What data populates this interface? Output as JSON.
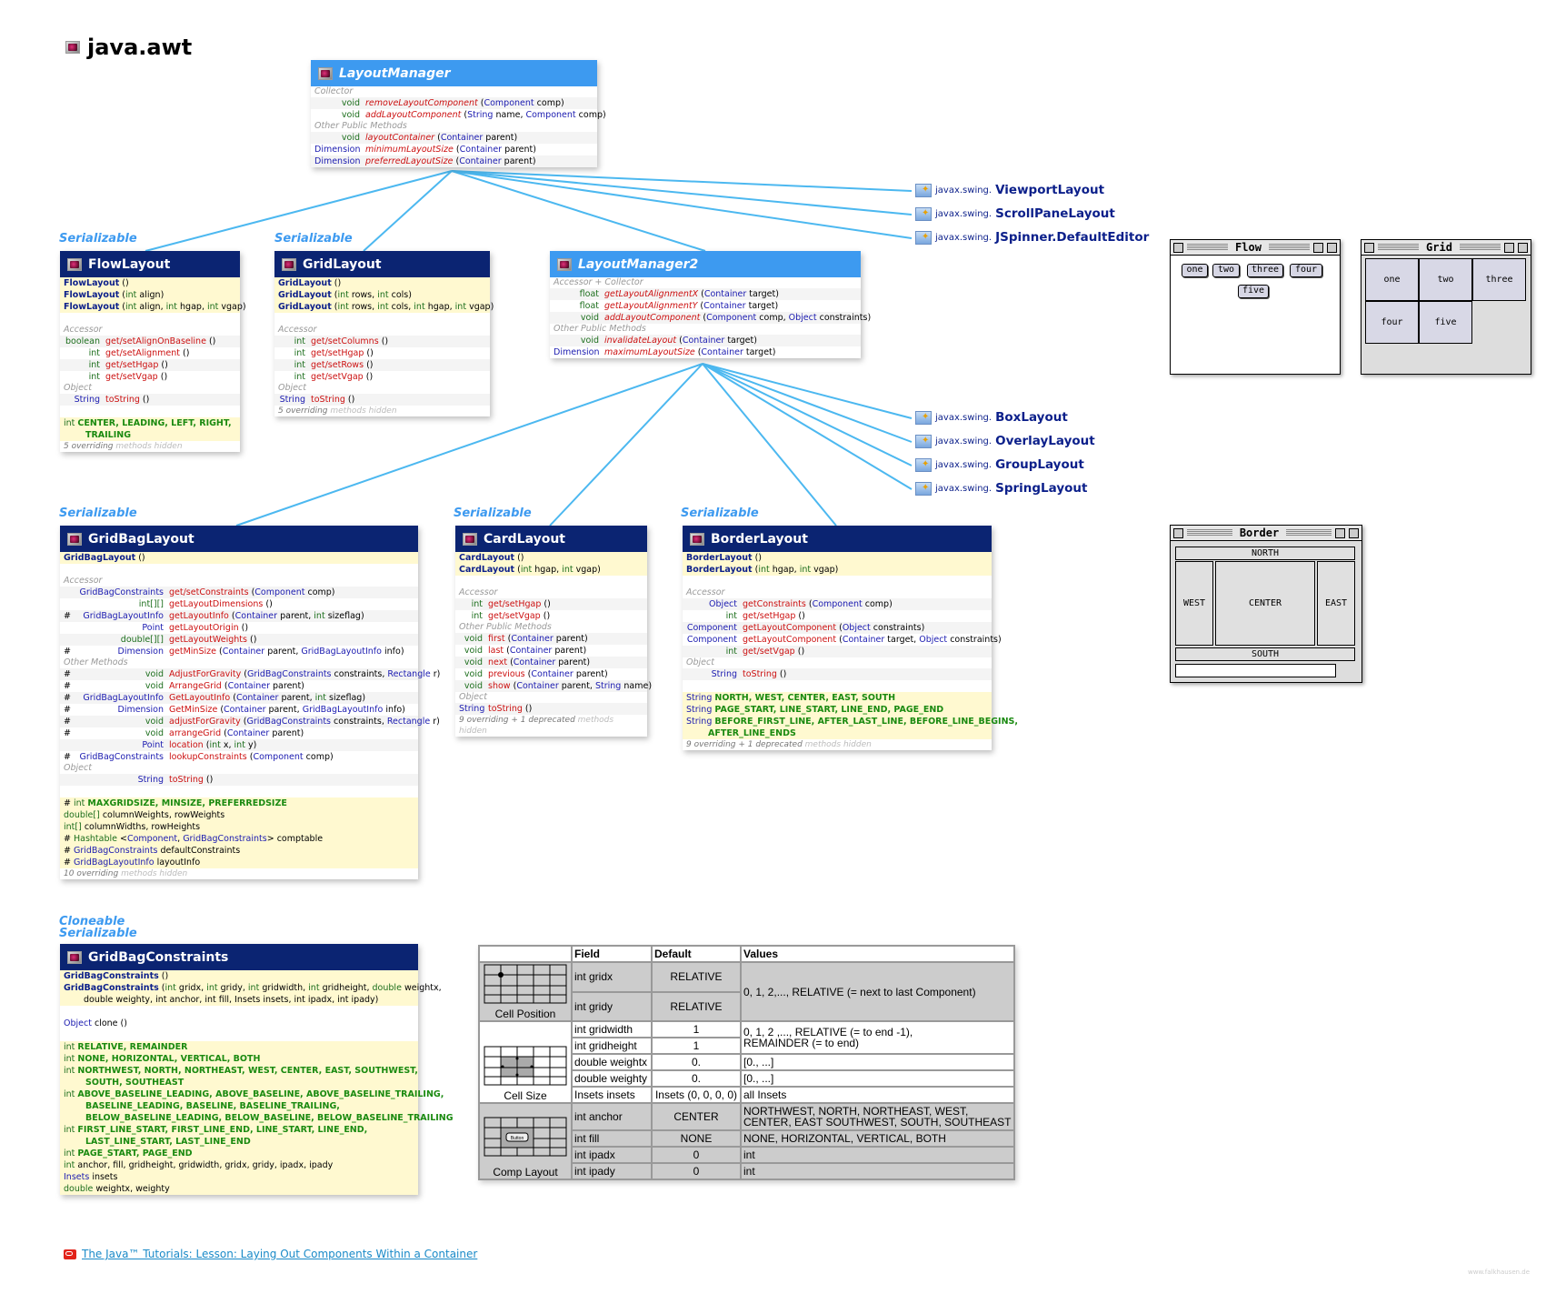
{
  "package_title": "java.awt",
  "interface_labels": {
    "serializable": "Serializable",
    "cloneable": "Cloneable"
  },
  "layout_manager": {
    "name": "LayoutManager",
    "sections": [
      {
        "label": "Collector",
        "rows": [
          {
            "ret": "void",
            "name": "removeLayoutComponent",
            "params": "(Component comp)"
          },
          {
            "ret": "void",
            "name": "addLayoutComponent",
            "params": "(String name, Component comp)"
          }
        ]
      },
      {
        "label": "Other Public Methods",
        "rows": [
          {
            "ret": "void",
            "name": "layoutContainer",
            "params": "(Container parent)"
          },
          {
            "ret": "Dimension",
            "name": "minimumLayoutSize",
            "params": "(Container parent)"
          },
          {
            "ret": "Dimension",
            "name": "preferredLayoutSize",
            "params": "(Container parent)"
          }
        ]
      }
    ]
  },
  "layout_manager2": {
    "name": "LayoutManager2",
    "sections": [
      {
        "label": "Accessor + Collector",
        "rows": [
          {
            "ret": "float",
            "name": "getLayoutAlignmentX",
            "params": "(Container target)"
          },
          {
            "ret": "float",
            "name": "getLayoutAlignmentY",
            "params": "(Container target)"
          },
          {
            "ret": "void",
            "name": "addLayoutComponent",
            "params": "(Component comp, Object constraints)"
          }
        ]
      },
      {
        "label": "Other Public Methods",
        "rows": [
          {
            "ret": "void",
            "name": "invalidateLayout",
            "params": "(Container target)"
          },
          {
            "ret": "Dimension",
            "name": "maximumLayoutSize",
            "params": "(Container target)"
          }
        ]
      }
    ]
  },
  "external_lm1": [
    {
      "pkg": "javax.swing.",
      "name": "ViewportLayout"
    },
    {
      "pkg": "javax.swing.",
      "name": "ScrollPaneLayout"
    },
    {
      "pkg": "javax.swing.",
      "name": "JSpinner.DefaultEditor"
    }
  ],
  "external_lm2": [
    {
      "pkg": "javax.swing.",
      "name": "BoxLayout"
    },
    {
      "pkg": "javax.swing.",
      "name": "OverlayLayout"
    },
    {
      "pkg": "javax.swing.",
      "name": "GroupLayout"
    },
    {
      "pkg": "javax.swing.",
      "name": "SpringLayout"
    }
  ],
  "flow_layout": {
    "name": "FlowLayout",
    "ctors": [
      "FlowLayout ()",
      "FlowLayout (int align)",
      "FlowLayout (int align, int hgap, int vgap)"
    ],
    "accessor_label": "Accessor",
    "accessors": [
      {
        "ret": "boolean",
        "name": "get/setAlignOnBaseline",
        "params": "()"
      },
      {
        "ret": "int",
        "name": "get/setAlignment",
        "params": "()"
      },
      {
        "ret": "int",
        "name": "get/setHgap",
        "params": "()"
      },
      {
        "ret": "int",
        "name": "get/setVgap",
        "params": "()"
      }
    ],
    "object_label": "Object",
    "object_rows": [
      {
        "ret": "String",
        "name": "toString",
        "params": "()"
      }
    ],
    "fields": [
      "int CENTER, LEADING, LEFT, RIGHT,",
      "TRAILING"
    ],
    "footer": "5 overriding methods hidden"
  },
  "grid_layout": {
    "name": "GridLayout",
    "ctors": [
      "GridLayout ()",
      "GridLayout (int rows, int cols)",
      "GridLayout (int rows, int cols, int hgap, int vgap)"
    ],
    "accessor_label": "Accessor",
    "accessors": [
      {
        "ret": "int",
        "name": "get/setColumns",
        "params": "()"
      },
      {
        "ret": "int",
        "name": "get/setHgap",
        "params": "()"
      },
      {
        "ret": "int",
        "name": "get/setRows",
        "params": "()"
      },
      {
        "ret": "int",
        "name": "get/setVgap",
        "params": "()"
      }
    ],
    "object_label": "Object",
    "object_rows": [
      {
        "ret": "String",
        "name": "toString",
        "params": "()"
      }
    ],
    "footer": "5 overriding methods hidden"
  },
  "gridbag_layout": {
    "name": "GridBagLayout",
    "ctors": [
      "GridBagLayout ()"
    ],
    "accessor_label": "Accessor",
    "accessors": [
      {
        "mod": "",
        "ret": "GridBagConstraints",
        "name": "get/setConstraints",
        "params": "(Component comp)"
      },
      {
        "mod": "",
        "ret": "int[][]",
        "name": "getLayoutDimensions",
        "params": "()"
      },
      {
        "mod": "#",
        "ret": "GridBagLayoutInfo",
        "name": "getLayoutInfo",
        "params": "(Container parent, int sizeflag)"
      },
      {
        "mod": "",
        "ret": "Point",
        "name": "getLayoutOrigin",
        "params": "()"
      },
      {
        "mod": "",
        "ret": "double[][]",
        "name": "getLayoutWeights",
        "params": "()"
      },
      {
        "mod": "#",
        "ret": "Dimension",
        "name": "getMinSize",
        "params": "(Container parent, GridBagLayoutInfo info)"
      }
    ],
    "other_label": "Other Methods",
    "others": [
      {
        "mod": "#",
        "ret": "void",
        "name": "AdjustForGravity",
        "params": "(GridBagConstraints constraints, Rectangle r)"
      },
      {
        "mod": "#",
        "ret": "void",
        "name": "ArrangeGrid",
        "params": "(Container parent)"
      },
      {
        "mod": "#",
        "ret": "GridBagLayoutInfo",
        "name": "GetLayoutInfo",
        "params": "(Container parent, int sizeflag)"
      },
      {
        "mod": "#",
        "ret": "Dimension",
        "name": "GetMinSize",
        "params": "(Container parent, GridBagLayoutInfo info)"
      },
      {
        "mod": "#",
        "ret": "void",
        "name": "adjustForGravity",
        "params": "(GridBagConstraints constraints, Rectangle r)"
      },
      {
        "mod": "#",
        "ret": "void",
        "name": "arrangeGrid",
        "params": "(Container parent)"
      },
      {
        "mod": "",
        "ret": "Point",
        "name": "location",
        "params": "(int x, int y)"
      },
      {
        "mod": "#",
        "ret": "GridBagConstraints",
        "name": "lookupConstraints",
        "params": "(Component comp)"
      }
    ],
    "object_label": "Object",
    "object_rows": [
      {
        "mod": "",
        "ret": "String",
        "name": "toString",
        "params": "()"
      }
    ],
    "fields": [
      "# int MAXGRIDSIZE, MINSIZE, PREFERREDSIZE",
      "double[] columnWeights, rowWeights",
      "int[] columnWidths, rowHeights",
      "# Hashtable <Component, GridBagConstraints> comptable",
      "# GridBagConstraints defaultConstraints",
      "# GridBagLayoutInfo layoutInfo"
    ],
    "footer": "10 overriding methods hidden"
  },
  "card_layout": {
    "name": "CardLayout",
    "ctors": [
      "CardLayout ()",
      "CardLayout (int hgap, int vgap)"
    ],
    "accessor_label": "Accessor",
    "accessors": [
      {
        "ret": "int",
        "name": "get/setHgap",
        "params": "()"
      },
      {
        "ret": "int",
        "name": "get/setVgap",
        "params": "()"
      }
    ],
    "other_label": "Other Public Methods",
    "others": [
      {
        "ret": "void",
        "name": "first",
        "params": "(Container parent)"
      },
      {
        "ret": "void",
        "name": "last",
        "params": "(Container parent)"
      },
      {
        "ret": "void",
        "name": "next",
        "params": "(Container parent)"
      },
      {
        "ret": "void",
        "name": "previous",
        "params": "(Container parent)"
      },
      {
        "ret": "void",
        "name": "show",
        "params": "(Container parent, String name)"
      }
    ],
    "object_label": "Object",
    "object_rows": [
      {
        "ret": "String",
        "name": "toString",
        "params": "()"
      }
    ],
    "footer": "9 overriding + 1 deprecated methods hidden"
  },
  "border_layout": {
    "name": "BorderLayout",
    "ctors": [
      "BorderLayout ()",
      "BorderLayout (int hgap, int vgap)"
    ],
    "accessor_label": "Accessor",
    "accessors": [
      {
        "ret": "Object",
        "name": "getConstraints",
        "params": "(Component comp)"
      },
      {
        "ret": "int",
        "name": "get/setHgap",
        "params": "()"
      },
      {
        "ret": "Component",
        "name": "getLayoutComponent",
        "params": "(Object constraints)"
      },
      {
        "ret": "Component",
        "name": "getLayoutComponent",
        "params": "(Container target, Object constraints)"
      },
      {
        "ret": "int",
        "name": "get/setVgap",
        "params": "()"
      }
    ],
    "object_label": "Object",
    "object_rows": [
      {
        "ret": "String",
        "name": "toString",
        "params": "()"
      }
    ],
    "fields": [
      "String NORTH, WEST, CENTER, EAST, SOUTH",
      "String PAGE_START, LINE_START, LINE_END, PAGE_END",
      "String BEFORE_FIRST_LINE, AFTER_LAST_LINE, BEFORE_LINE_BEGINS,",
      "AFTER_LINE_ENDS"
    ],
    "footer": "9 overriding + 1 deprecated methods hidden"
  },
  "gridbag_constraints": {
    "name": "GridBagConstraints",
    "ctors": [
      "GridBagConstraints ()",
      "GridBagConstraints (int gridx, int gridy, int gridwidth, int gridheight, double weightx,",
      "double weighty, int anchor, int fill, Insets insets, int ipadx, int ipady)"
    ],
    "methods": [
      "Object  clone ()"
    ],
    "fields": [
      "int RELATIVE, REMAINDER",
      "int NONE, HORIZONTAL, VERTICAL, BOTH",
      "int NORTHWEST, NORTH, NORTHEAST, WEST, CENTER, EAST, SOUTHWEST,",
      "SOUTH, SOUTHEAST",
      "int ABOVE_BASELINE_LEADING, ABOVE_BASELINE, ABOVE_BASELINE_TRAILING,",
      "BASELINE_LEADING, BASELINE, BASELINE_TRAILING,",
      "BELOW_BASELINE_LEADING, BELOW_BASELINE, BELOW_BASELINE_TRAILING",
      "int FIRST_LINE_START, FIRST_LINE_END, LINE_START, LINE_END,",
      "LAST_LINE_START, LAST_LINE_END",
      "int PAGE_START, PAGE_END",
      "int anchor, fill, gridheight, gridwidth, gridx, gridy, ipadx, ipady",
      "Insets insets",
      "double weightx, weighty"
    ]
  },
  "flow_window": {
    "title": "Flow",
    "buttons": [
      "one",
      "two",
      "three",
      "four",
      "five"
    ]
  },
  "grid_window": {
    "title": "Grid",
    "buttons": [
      "one",
      "two",
      "three",
      "four",
      "five"
    ]
  },
  "border_window": {
    "title": "Border",
    "regions": {
      "north": "NORTH",
      "west": "WEST",
      "center": "CENTER",
      "east": "EAST",
      "south": "SOUTH"
    }
  },
  "constraints_table": {
    "headers": [
      "",
      "Field",
      "Default",
      "Values"
    ],
    "groups": [
      {
        "caption": "Cell Position",
        "rows": [
          {
            "field": "int gridx",
            "default": "RELATIVE"
          },
          {
            "field": "int gridy",
            "default": "RELATIVE"
          }
        ],
        "values": [
          "0, 1, 2,..., RELATIVE (= next to last Component)"
        ]
      },
      {
        "caption": "Cell Size",
        "rows": [
          {
            "field": "int gridwidth",
            "default": "1"
          },
          {
            "field": "int gridheight",
            "default": "1"
          },
          {
            "field": "double weightx",
            "default": "0.",
            "value": "[0., ...]"
          },
          {
            "field": "double weighty",
            "default": "0.",
            "value": "[0., ...]"
          },
          {
            "field": "Insets insets",
            "default": "Insets (0, 0, 0, 0)",
            "value": "all Insets"
          }
        ],
        "values": [
          "0, 1, 2 ,..., RELATIVE (= to end -1),",
          "REMAINDER (= to end)"
        ]
      },
      {
        "caption": "Comp Layout",
        "rows": [
          {
            "field": "int anchor",
            "default": "CENTER",
            "value": "NORTHWEST, NORTH, NORTHEAST, WEST, CENTER, EAST SOUTHWEST, SOUTH, SOUTHEAST"
          },
          {
            "field": "int fill",
            "default": "NONE",
            "value": "NONE, HORIZONTAL, VERTICAL, BOTH"
          },
          {
            "field": "int ipadx",
            "default": "0",
            "value": "int"
          },
          {
            "field": "int ipady",
            "default": "0",
            "value": "int"
          }
        ]
      }
    ],
    "button_label": "Button"
  },
  "tutorial_link": "The Java™ Tutorials: Lesson: Laying Out Components Within a Container",
  "watermark": "www.falkhausen.de",
  "colors": {
    "class_header": "#0b2472",
    "interface_header": "#3d9af0",
    "connector": "#4cb8f0",
    "constructor_bg": "#fff9d0"
  }
}
